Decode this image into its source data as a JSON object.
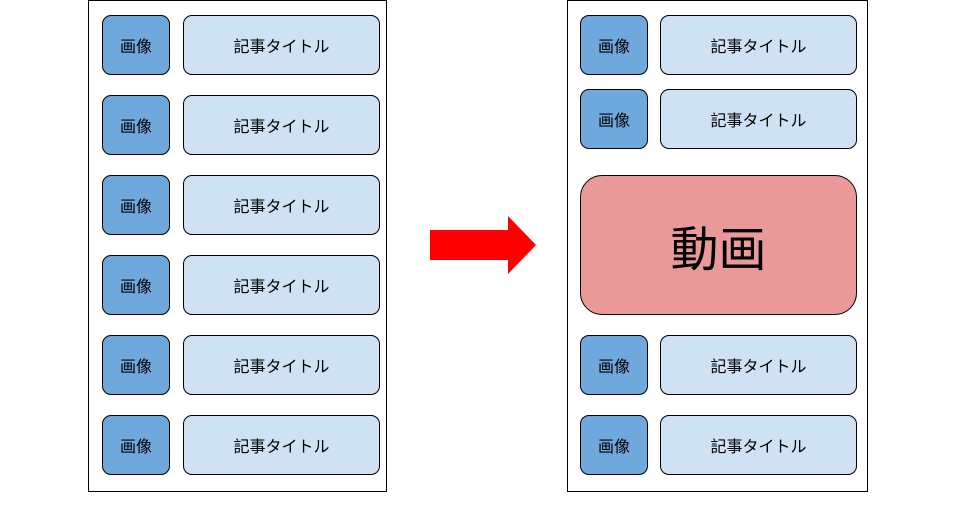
{
  "colors": {
    "image_fill": "#6fa8dc",
    "title_fill": "#cfe2f3",
    "video_fill": "#ea9999",
    "arrow_fill": "#ff0000"
  },
  "labels": {
    "image": "画像",
    "title": "記事タイトル",
    "video": "動画"
  },
  "arrow_icon": "right-arrow-icon"
}
